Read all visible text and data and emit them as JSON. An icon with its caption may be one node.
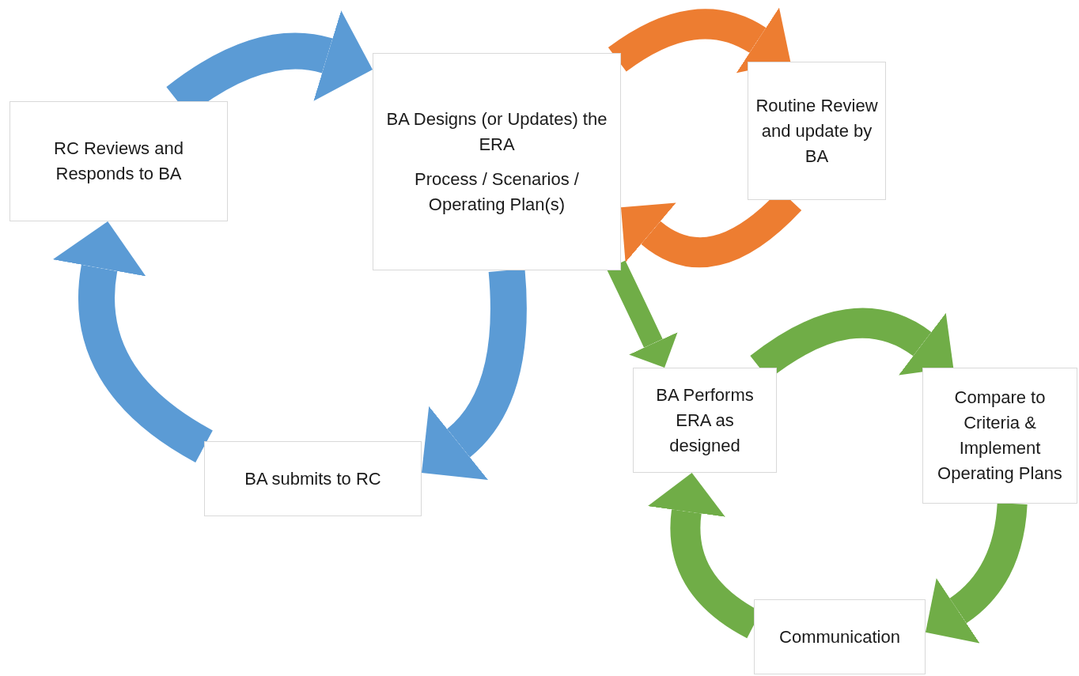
{
  "diagram": {
    "nodes": [
      {
        "text": [
          "RC Reviews and Responds to BA"
        ]
      },
      {
        "text": [
          "BA Designs (or Updates) the ERA",
          "Process / Scenarios / Operating Plan(s)"
        ]
      },
      {
        "text": [
          "Routine Review and update by BA"
        ]
      },
      {
        "text": [
          "BA submits to RC"
        ]
      },
      {
        "text": [
          "BA Performs ERA as designed"
        ]
      },
      {
        "text": [
          "Compare to Criteria & Implement Operating Plans"
        ]
      },
      {
        "text": [
          "Communication"
        ]
      }
    ],
    "edges": [
      {
        "from": 0,
        "to": 1,
        "arrow": "to",
        "color": "#5b9bd5"
      },
      {
        "from": 1,
        "to": 3,
        "arrow": "to",
        "color": "#5b9bd5"
      },
      {
        "from": 3,
        "to": 0,
        "arrow": "to",
        "color": "#5b9bd5"
      },
      {
        "from": 1,
        "to": 2,
        "arrow": "to",
        "color": "#ed7d31"
      },
      {
        "from": 2,
        "to": 1,
        "arrow": "to",
        "color": "#ed7d31"
      },
      {
        "from": 1,
        "to": 4,
        "arrow": "to"
      },
      {
        "from": 4,
        "to": 5,
        "arrow": "to"
      },
      {
        "from": 5,
        "to": 6,
        "arrow": "to"
      },
      {
        "from": 6,
        "to": 4,
        "arrow": "to"
      }
    ]
  }
}
